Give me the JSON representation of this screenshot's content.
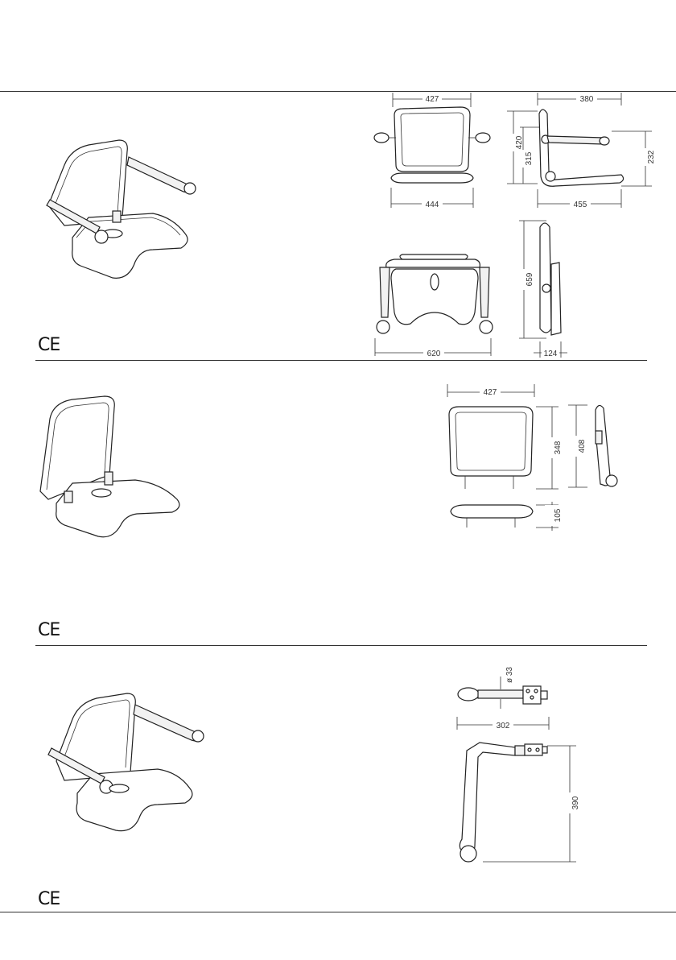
{
  "sections": [
    {
      "name": "seat-with-backrest-and-armrests",
      "ce_mark": "CE",
      "dims": {
        "back_width": "427",
        "seat_width": "444",
        "depth_top": "380",
        "depth_bottom": "455",
        "height_total": "420",
        "height_seat": "315",
        "arm_height": "232",
        "width_folded": "620",
        "height_folded": "659",
        "depth_folded": "124"
      }
    },
    {
      "name": "seat-with-backrest",
      "ce_mark": "CE",
      "dims": {
        "back_width": "427",
        "back_height": "348",
        "side_height": "408",
        "seat_thickness": "105"
      }
    },
    {
      "name": "armrest-set",
      "ce_mark": "CE",
      "dims": {
        "tube_diameter": "ø 33",
        "arm_length": "302",
        "arm_height": "390"
      }
    }
  ]
}
